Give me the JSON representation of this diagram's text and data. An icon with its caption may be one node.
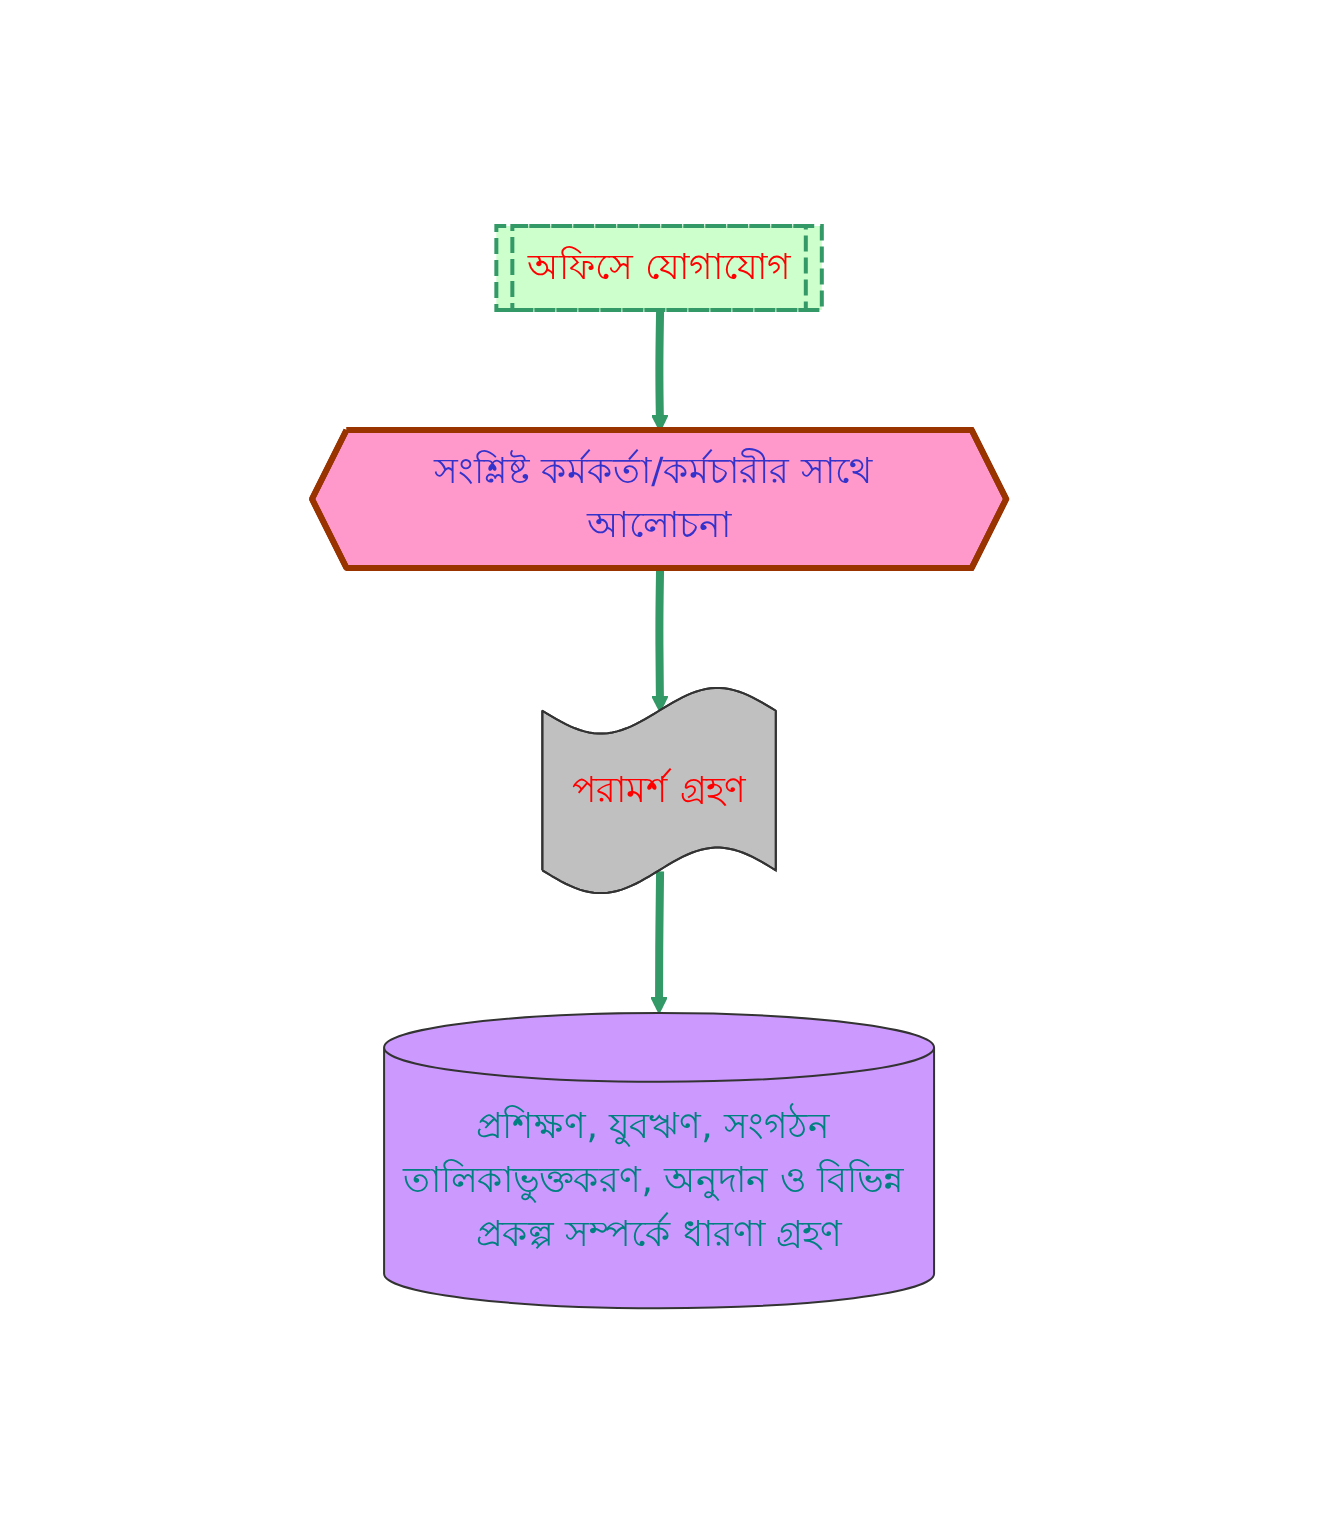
{
  "diagram": {
    "nodes": [
      {
        "text": [
          "অফিসে যোগাযোগ"
        ]
      },
      {
        "text": [
          "সংশ্লিষ্ট কর্মকর্তা/কর্মচারীর সাথে আলোচনা"
        ]
      },
      {
        "text": [
          "পরামর্শ গ্রহণ"
        ]
      },
      {
        "text": [
          "প্রশিক্ষণ, যুবঋণ, সংগঠন তালিকাভুক্তকরণ, অনুদান ও বিভিন্ন প্রকল্প সম্পর্কে ধারণা গ্রহণ"
        ]
      }
    ],
    "edges": [
      {
        "from": 0,
        "to": 1,
        "arrow": "to"
      },
      {
        "from": 1,
        "to": 2,
        "arrow": "to"
      },
      {
        "from": 2,
        "to": 3,
        "arrow": "to"
      }
    ]
  }
}
